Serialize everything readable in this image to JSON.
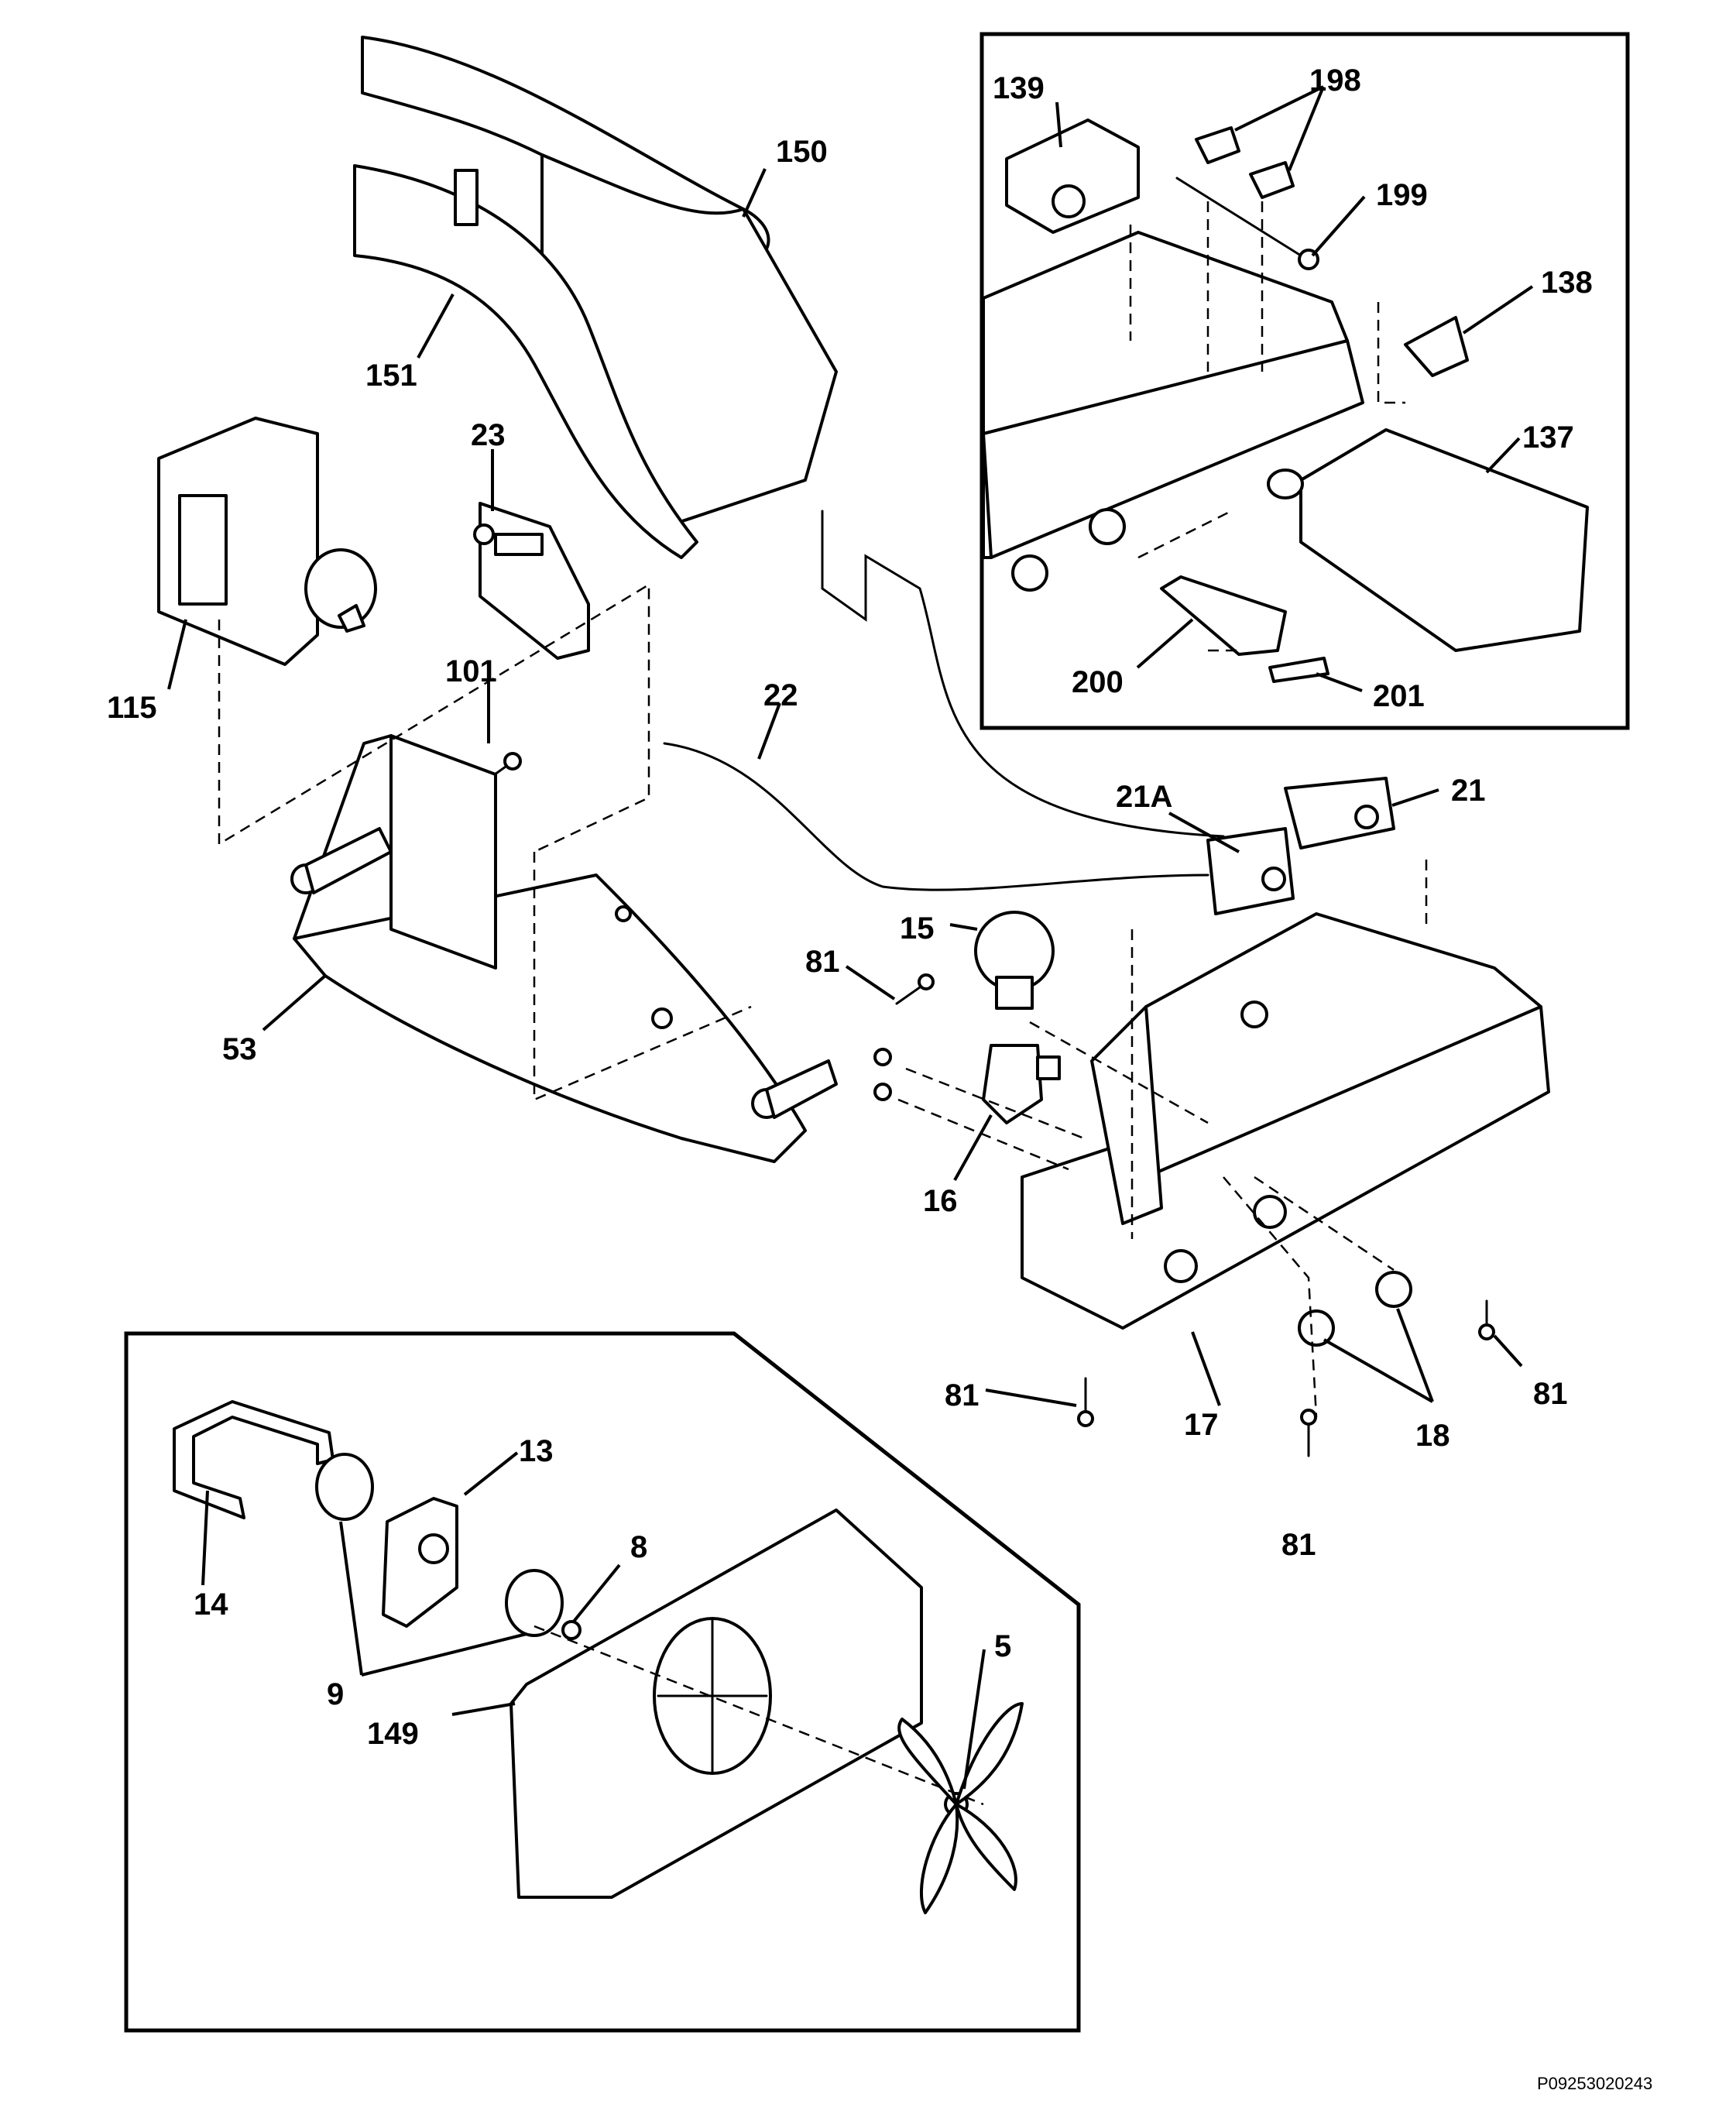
{
  "diagram": {
    "colors": {
      "line": "#000000",
      "background": "#ffffff"
    },
    "callouts": {
      "c150": "150",
      "c151": "151",
      "c115": "115",
      "c23": "23",
      "c101": "101",
      "c22": "22",
      "c53": "53",
      "c81a": "81",
      "c15": "15",
      "c16": "16",
      "c21": "21",
      "c21a": "21A",
      "c17": "17",
      "c18": "18",
      "c81b": "81",
      "c81c": "81",
      "c81d": "81",
      "c139": "139",
      "c198": "198",
      "c199": "199",
      "c138": "138",
      "c137": "137",
      "c200": "200",
      "c201": "201",
      "c13": "13",
      "c14": "14",
      "c8": "8",
      "c9": "9",
      "c5": "5",
      "c149": "149"
    },
    "document_id": "P09253020243"
  }
}
